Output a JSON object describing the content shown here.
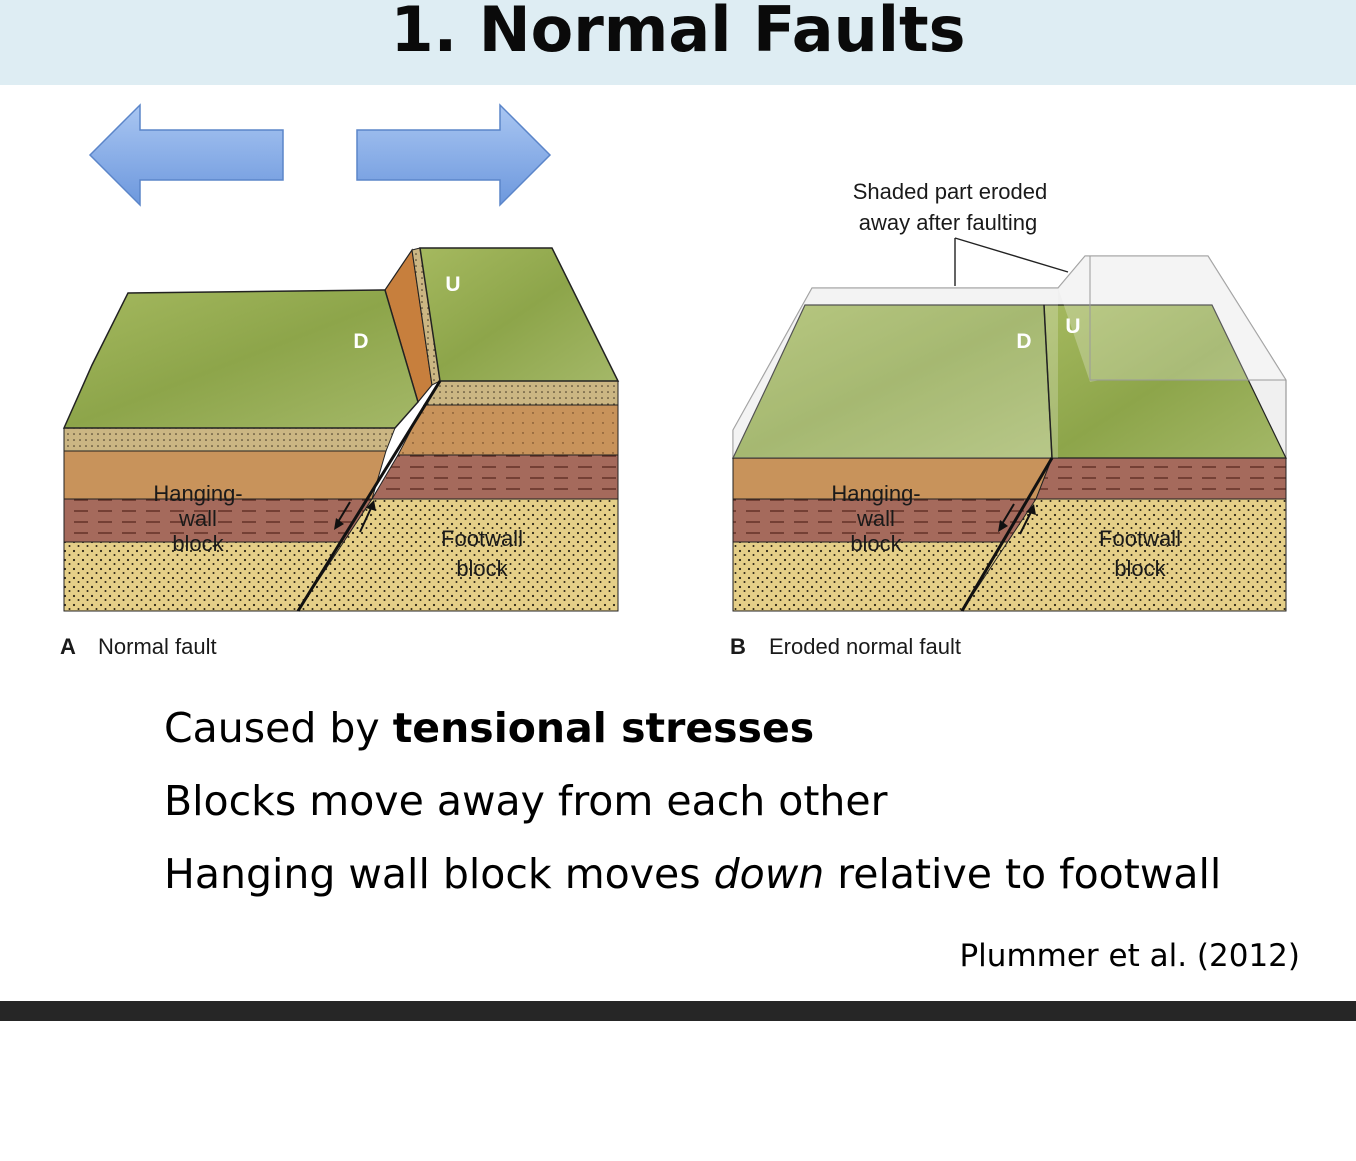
{
  "slide": {
    "title": "1. Normal Faults",
    "citation": "Plummer et al. (2012)"
  },
  "figure_a": {
    "letter": "A",
    "caption": "Normal fault",
    "label_down": "D",
    "label_up": "U",
    "hanging_wall": [
      "Hanging-",
      "wall",
      "block"
    ],
    "footwall": [
      "Footwall",
      "block"
    ]
  },
  "figure_b": {
    "letter": "B",
    "caption": "Eroded normal fault",
    "label_down": "D",
    "label_up": "U",
    "annotation": [
      "Shaded part eroded",
      "away after faulting"
    ],
    "hanging_wall": [
      "Hanging-",
      "wall",
      "block"
    ],
    "footwall": [
      "Footwall",
      "block"
    ]
  },
  "bullets": [
    {
      "plain": "Caused by ",
      "emphasis": "tensional stresses",
      "after": ""
    },
    {
      "plain": "Blocks move away from each other",
      "emphasis": "",
      "after": ""
    },
    {
      "plain": "Hanging wall block moves ",
      "emphasis": "down",
      "after": " relative to footwall"
    }
  ],
  "colors": {
    "title_bar": "#deedf3",
    "arrow_fill": "#7aa4e6",
    "grass": "#97ad52",
    "tan_layer": "#cbb683",
    "orange_layer": "#c8935b",
    "red_layer": "#a56a5c",
    "sand_layer": "#e5cf88",
    "footer_bar": "#262626"
  },
  "icons": [
    "arrow-left-icon",
    "arrow-right-icon"
  ]
}
